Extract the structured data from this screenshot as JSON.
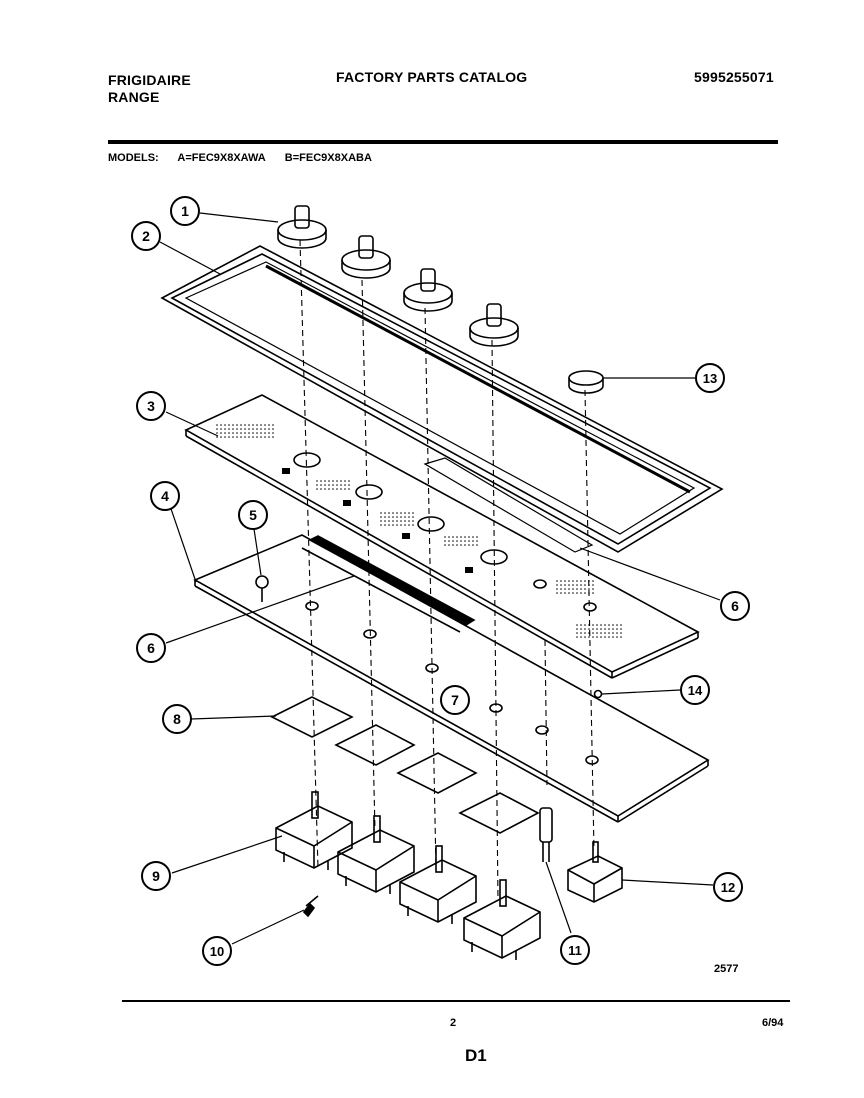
{
  "header": {
    "brand_line1": "FRIGIDAIRE",
    "brand_line2": "RANGE",
    "catalog_title": "FACTORY PARTS CATALOG",
    "part_number": "5995255071"
  },
  "models": {
    "label": "MODELS:",
    "model_a": "A=FEC9X8XAWA",
    "model_b": "B=FEC9X8XABA"
  },
  "callouts": [
    "1",
    "2",
    "3",
    "4",
    "5",
    "6",
    "6",
    "7",
    "8",
    "9",
    "10",
    "11",
    "12",
    "13",
    "14"
  ],
  "footer": {
    "drawing_number": "2577",
    "page_number": "2",
    "date": "6/94",
    "sheet_id": "D1"
  },
  "colors": {
    "ink": "#000000",
    "paper": "#ffffff"
  }
}
